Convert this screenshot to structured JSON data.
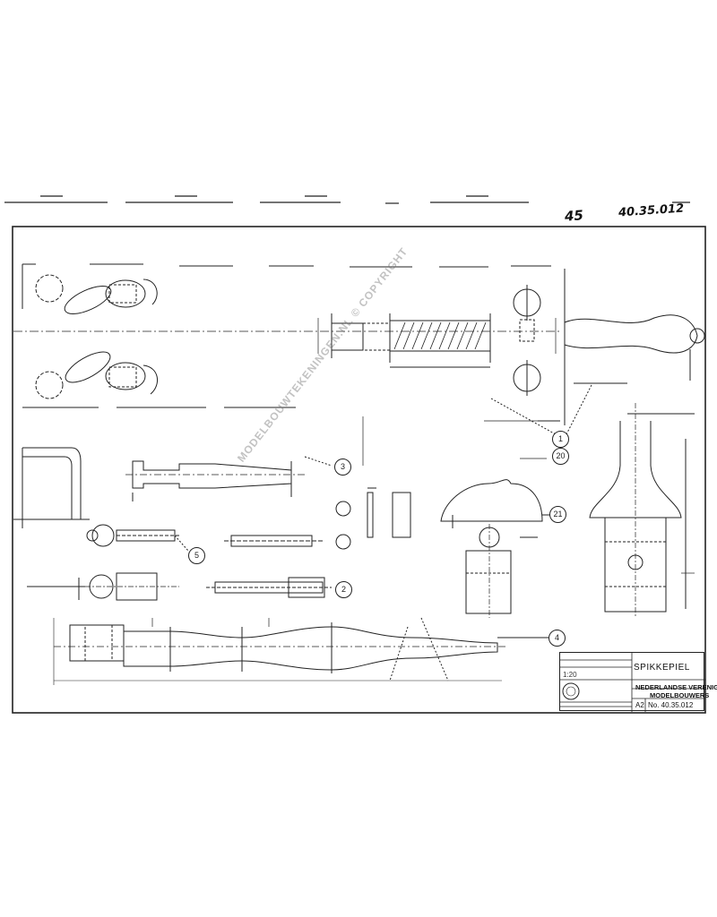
{
  "header": {
    "mark": "45",
    "drawing_ref": "40.35.012"
  },
  "watermark": "MODELBOUWTEKENINGEN.NL © COPYRIGHT",
  "callouts": [
    "1",
    "20",
    "3",
    "5",
    "2",
    "21",
    "4"
  ],
  "title_block": {
    "part_name": "SPIKKEPIEL",
    "scale": "1:20",
    "org_line1": "NEDERLANDSE VERENIGING",
    "org_line2": "MODELBOUWERS",
    "sheet_size": "A2",
    "drawing_number": "No. 40.35.012"
  }
}
